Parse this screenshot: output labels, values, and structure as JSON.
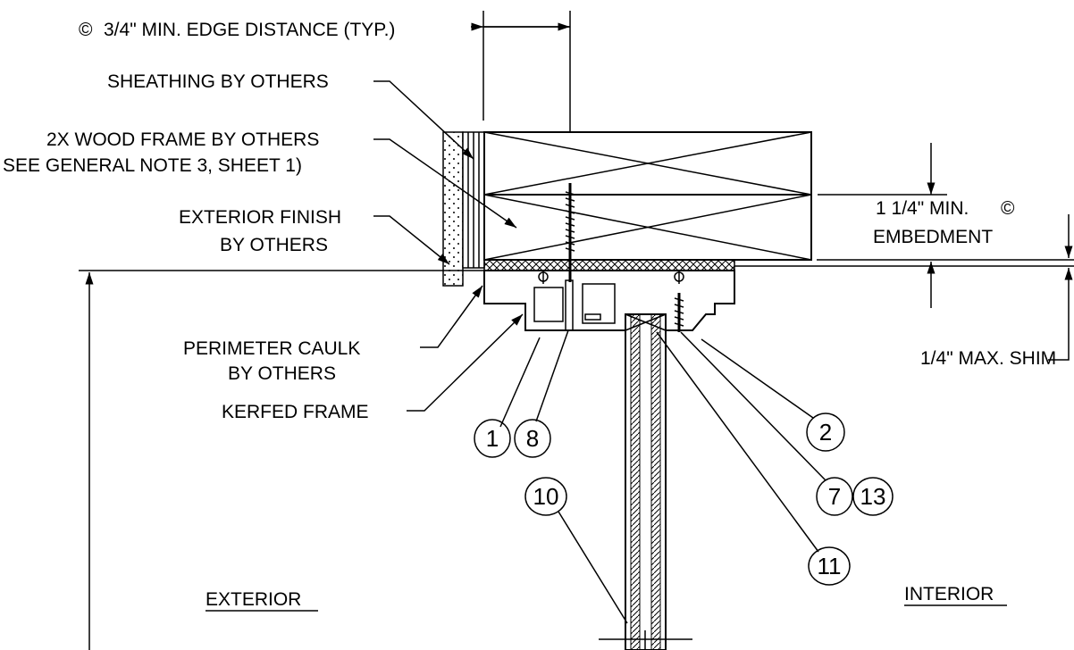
{
  "notes": {
    "edge_symbol": "©",
    "edge_distance": "3/4\" MIN. EDGE DISTANCE (TYP.)",
    "sheathing": "SHEATHING BY OTHERS",
    "wood_frame_1": "2X WOOD FRAME BY OTHERS",
    "wood_frame_2": "SEE GENERAL NOTE 3, SHEET 1)",
    "exterior_finish_1": "EXTERIOR FINISH",
    "exterior_finish_2": "BY OTHERS",
    "embedment_1": "1 1/4\" MIN.",
    "embedment_symbol": "©",
    "embedment_2": "EMBEDMENT",
    "caulk_1": "PERIMETER CAULK",
    "caulk_2": "BY OTHERS",
    "shim": "1/4\" MAX. SHIM",
    "kerfed_frame": "KERFED FRAME",
    "exterior": "EXTERIOR",
    "interior": "INTERIOR"
  },
  "callouts": {
    "c1": "1",
    "c8": "8",
    "c2": "2",
    "c7": "7",
    "c13": "13",
    "c10": "10",
    "c11": "11"
  }
}
